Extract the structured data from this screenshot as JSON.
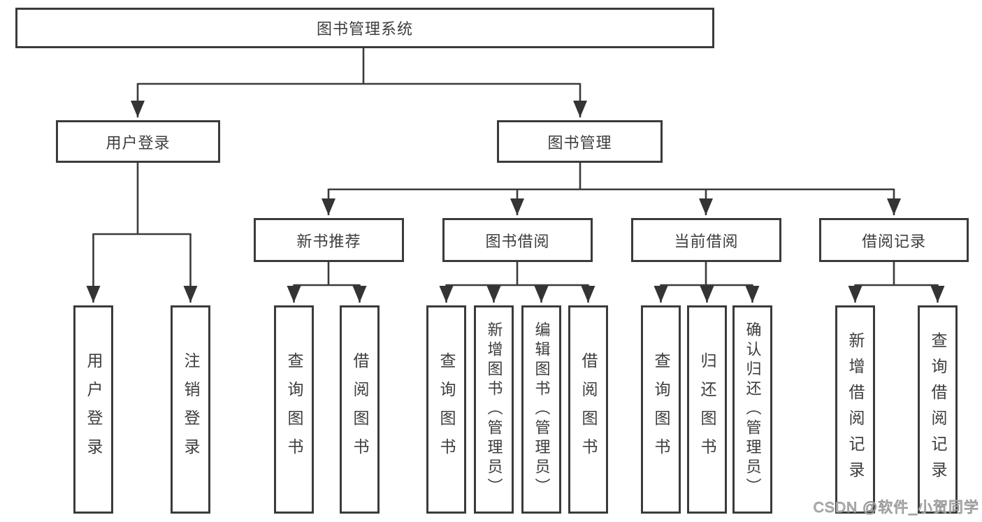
{
  "diagram": {
    "title": "图书管理系统",
    "colors": {
      "line": "#3b3b3b",
      "box_border": "#3b3b3b",
      "text": "#3d3d3d",
      "background": "#ffffff",
      "watermark": "#9b9b9b"
    },
    "tree": {
      "root": {
        "label": "图书管理系统"
      },
      "level2": [
        {
          "label": "用户登录"
        },
        {
          "label": "图书管理"
        }
      ],
      "level3": [
        {
          "label": "新书推荐"
        },
        {
          "label": "图书借阅"
        },
        {
          "label": "当前借阅"
        },
        {
          "label": "借阅记录"
        }
      ],
      "leaves": {
        "user_login": [
          "用户登录",
          "注销登录"
        ],
        "new_book": [
          "查询图书",
          "借阅图书"
        ],
        "book_borrow": [
          "查询图书",
          "新增图书（管理员）",
          "编辑图书（管理员）",
          "借阅图书"
        ],
        "current_borrow": [
          "查询图书",
          "归还图书",
          "确认归还（管理员）"
        ],
        "borrow_record": [
          "新增借阅记录",
          "查询借阅记录"
        ]
      }
    }
  },
  "watermark": {
    "text": "CSDN @软件_小贺同学"
  }
}
